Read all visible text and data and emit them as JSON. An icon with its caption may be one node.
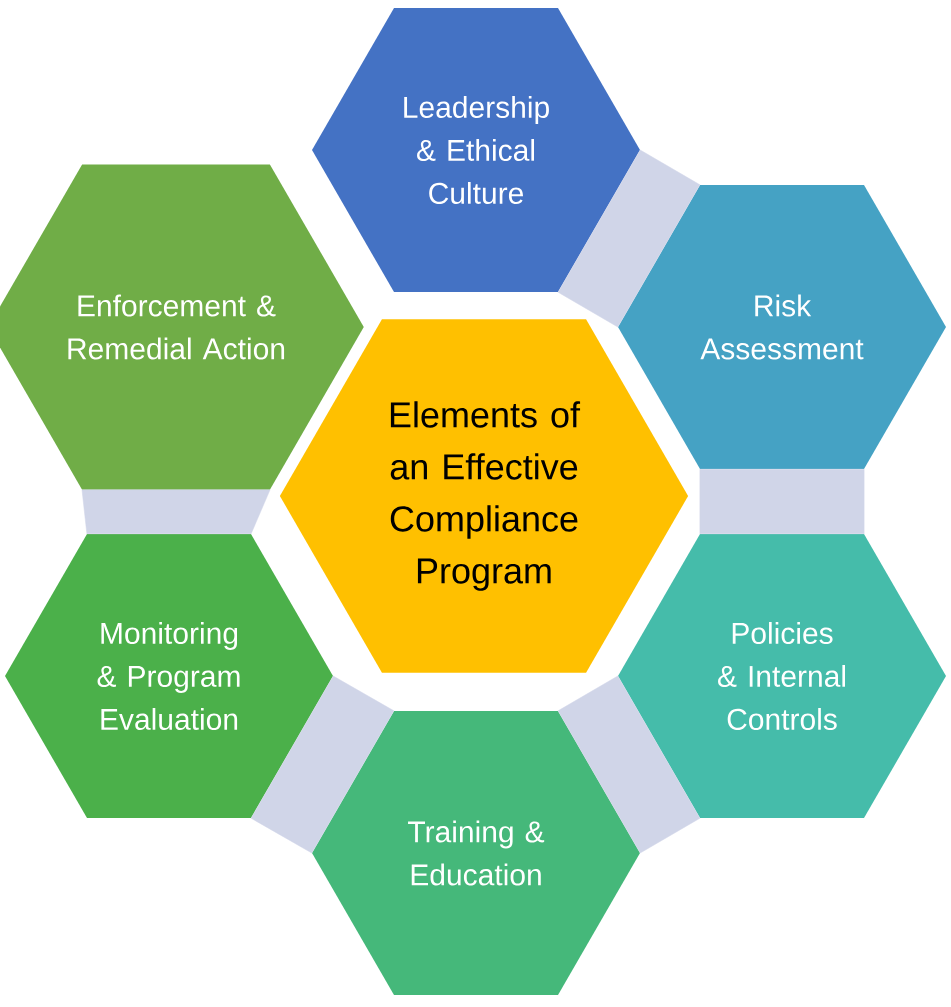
{
  "diagram": {
    "nodes": [
      {
        "text": [
          "Leadership & Ethical Culture"
        ]
      },
      {
        "text": [
          "Enforcement & Remedial Action"
        ]
      },
      {
        "text": [
          "Risk Assessment"
        ]
      },
      {
        "text": [
          "Elements of an Effective Compliance Program"
        ]
      },
      {
        "text": [
          "Monitoring & Program Evaluation"
        ]
      },
      {
        "text": [
          "Policies & Internal Controls"
        ]
      },
      {
        "text": [
          "Training & Education"
        ]
      }
    ],
    "edges": [
      {
        "from": 0,
        "to": 2,
        "arrow": "none",
        "style": "thick",
        "color": "#d0d5e8"
      },
      {
        "from": 2,
        "to": 5,
        "arrow": "none",
        "style": "thick",
        "color": "#d0d5e8"
      },
      {
        "from": 5,
        "to": 6,
        "arrow": "none",
        "style": "thick",
        "color": "#d0d5e8"
      },
      {
        "from": 6,
        "to": 4,
        "arrow": "none",
        "style": "thick",
        "color": "#d0d5e8"
      },
      {
        "from": 4,
        "to": 1,
        "arrow": "none",
        "style": "thick",
        "color": "#d0d5e8"
      }
    ]
  }
}
